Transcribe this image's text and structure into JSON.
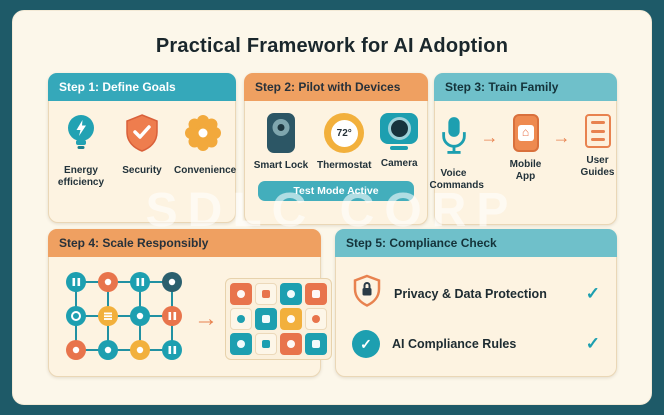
{
  "title": "Practical Framework for AI Adoption",
  "watermark": "SDLC CORP",
  "glyphs": {
    "arrow": "→",
    "check": "✓",
    "house": "⌂"
  },
  "colors": {
    "background": "#1e5a68",
    "card": "#fcf7ea",
    "panel": "#fdf3e1",
    "teal": "#1d9fb0",
    "header_teal_deep": "#35a8ba",
    "header_teal_light": "#6fc0ca",
    "header_orange": "#efa061",
    "orange": "#e8744c",
    "yellow": "#f2b03c",
    "text_dark": "#1d2b31",
    "banner_teal": "#43aebc"
  },
  "steps": [
    {
      "header": "Step 1: Define Goals",
      "items": [
        {
          "icon": "energy-lightbulb-icon",
          "label": "Energy efficiency"
        },
        {
          "icon": "security-shield-icon",
          "label": "Security"
        },
        {
          "icon": "convenience-flower-icon",
          "label": "Convenience"
        }
      ]
    },
    {
      "header": "Step 2: Pilot with Devices",
      "items": [
        {
          "icon": "smart-lock-icon",
          "label": "Smart Lock"
        },
        {
          "icon": "thermostat-icon",
          "label": "Thermostat",
          "reading": "72°"
        },
        {
          "icon": "camera-icon",
          "label": "Camera"
        }
      ],
      "banner": "Test Mode Active"
    },
    {
      "header": "Step 3: Train Family",
      "items": [
        {
          "icon": "microphone-icon",
          "label": "Voice Commands"
        },
        {
          "icon": "mobile-app-icon",
          "label": "Mobile App"
        },
        {
          "icon": "user-guides-icon",
          "label": "User Guides"
        }
      ]
    },
    {
      "header": "Step 4: Scale Responsibly",
      "content": {
        "left": "device-network-diagram",
        "right": "device-grid"
      }
    },
    {
      "header": "Step 5: Compliance Check",
      "items": [
        {
          "icon": "shield-lock-icon",
          "label": "Privacy & Data Protection",
          "status": "checked"
        },
        {
          "icon": "check-circle-icon",
          "label": "AI Compliance Rules",
          "status": "checked"
        }
      ]
    }
  ]
}
